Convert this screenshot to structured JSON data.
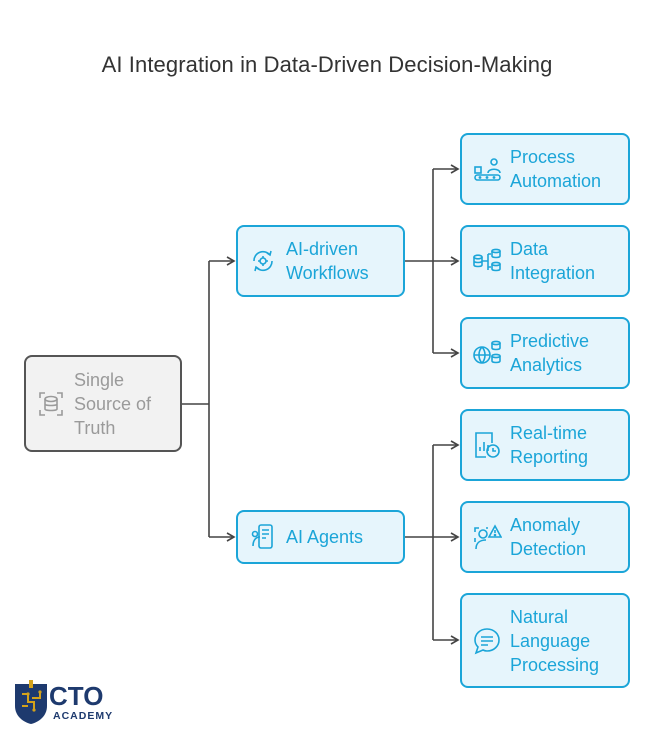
{
  "title": "AI Integration in Data-Driven Decision-Making",
  "colors": {
    "accent": "#1ba5d8",
    "accent_fill": "#e6f5fc",
    "root_border": "#555555",
    "root_fill": "#f2f2f2",
    "root_text": "#9a9a9a",
    "connector": "#444444",
    "logo_navy": "#1e3a6e",
    "logo_gold": "#d4a21b"
  },
  "root": {
    "label": "Single Source of Truth",
    "icon": "database-scan-icon"
  },
  "branches": [
    {
      "label": "AI-driven Workflows",
      "icon": "gear-cycle-icon",
      "children": [
        {
          "label": "Process Automation",
          "icon": "conveyor-person-icon"
        },
        {
          "label": "Data Integration",
          "icon": "database-merge-icon"
        },
        {
          "label": "Predictive Analytics",
          "icon": "globe-database-icon"
        }
      ]
    },
    {
      "label": "AI Agents",
      "icon": "mobile-agent-icon",
      "children": [
        {
          "label": "Real-time Reporting",
          "icon": "report-clock-icon"
        },
        {
          "label": "Anomaly Detection",
          "icon": "face-alert-icon"
        },
        {
          "label": "Natural Language Processing",
          "icon": "chat-bubble-icon"
        }
      ]
    }
  ],
  "logo": {
    "name": "CTO",
    "sub": "ACADEMY"
  }
}
